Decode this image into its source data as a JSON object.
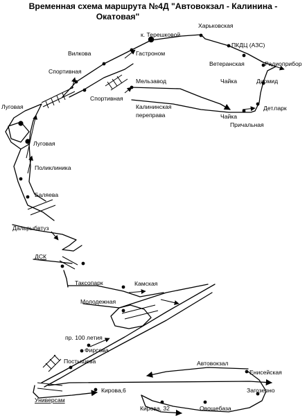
{
  "title": {
    "line1": "Временная схема маршрута №4Д \"Автовокзал - Калинина -",
    "line2": "Окатовая\""
  },
  "stops": [
    {
      "id": "tereshkovoy",
      "label": "к. Терешковой"
    },
    {
      "id": "kharkovskaya",
      "label": "Харьковская"
    },
    {
      "id": "vilkova",
      "label": "Вилкова"
    },
    {
      "id": "gastronom",
      "label": "Гастроном"
    },
    {
      "id": "pkdc",
      "label": "ПКДЦ (АЗС)"
    },
    {
      "id": "veteranskaya",
      "label": "Ветеранская"
    },
    {
      "id": "radiopribor",
      "label": "Радиоприбор"
    },
    {
      "id": "sportivnaya-1",
      "label": "Спортивная"
    },
    {
      "id": "melzavod",
      "label": "Мельзавод"
    },
    {
      "id": "chaika-1",
      "label": "Чайка"
    },
    {
      "id": "diomid",
      "label": "Диомид"
    },
    {
      "id": "sportivnaya-2",
      "label": "Спортивная"
    },
    {
      "id": "kalininskaya",
      "label": "Калининская"
    },
    {
      "id": "pereprava",
      "label": "переправа"
    },
    {
      "id": "det-park",
      "label": "Дет.парк"
    },
    {
      "id": "chaika-2",
      "label": "Чайка"
    },
    {
      "id": "prichalnaya",
      "label": "Причальная"
    },
    {
      "id": "lugovaya-1",
      "label": "Луговая"
    },
    {
      "id": "lugovaya-2",
      "label": "Луговая"
    },
    {
      "id": "poliklinika",
      "label": "Поликлиника"
    },
    {
      "id": "balyaeva",
      "label": "Баляева"
    },
    {
      "id": "dalrybvtuz",
      "label": "Дальрыбвтуз"
    },
    {
      "id": "dsk",
      "label": "ДСК"
    },
    {
      "id": "taksopark",
      "label": "Таксопарк"
    },
    {
      "id": "kamskaya",
      "label": "Камская"
    },
    {
      "id": "molodezhnaya",
      "label": "Молодежная"
    },
    {
      "id": "pr-100-letiya",
      "label": "пр. 100 летия"
    },
    {
      "id": "firsova",
      "label": "Фирсова"
    },
    {
      "id": "postysheva",
      "label": "Постышева"
    },
    {
      "id": "avtovokzal",
      "label": "Автовокзал"
    },
    {
      "id": "eniseyskaya",
      "label": "Енисейская"
    },
    {
      "id": "kirova-6",
      "label": "Кирова,6"
    },
    {
      "id": "univermag",
      "label": "Универсам"
    },
    {
      "id": "zagozerno",
      "label": "Загозерно"
    },
    {
      "id": "kirova-32",
      "label": "Кирова, 32"
    },
    {
      "id": "ovoshchebaza",
      "label": "Овощебаза"
    }
  ]
}
